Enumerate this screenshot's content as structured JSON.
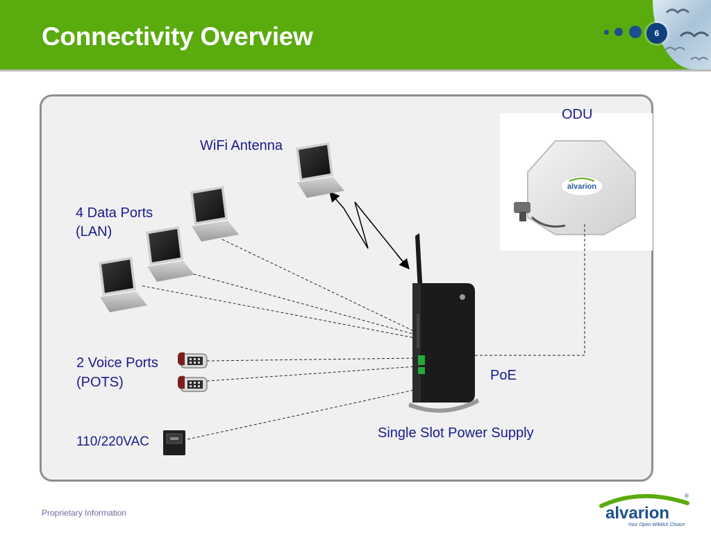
{
  "slide": {
    "title": "Connectivity Overview",
    "page_number": "6"
  },
  "diagram": {
    "wifi_label": "WiFi Antenna",
    "data_ports_line1": "4 Data Ports",
    "data_ports_line2": "(LAN)",
    "voice_ports_line1": "2 Voice Ports",
    "voice_ports_line2": "(POTS)",
    "power_label": "110/220VAC",
    "odu_label": "ODU",
    "poe_label": "PoE",
    "psu_label": "Single Slot Power Supply",
    "odu_logo_text": "alvarion"
  },
  "footer": {
    "proprietary": "Proprietary Information",
    "logo_text": "alvarion",
    "logo_tagline": "Your Open WiMAX Choice",
    "logo_mark": "®"
  },
  "colors": {
    "header_green": "#5aab0e",
    "label_blue": "#1a1a8c",
    "panel_gray": "#f0f0f0",
    "dot_blue": "#1c4f8e"
  }
}
